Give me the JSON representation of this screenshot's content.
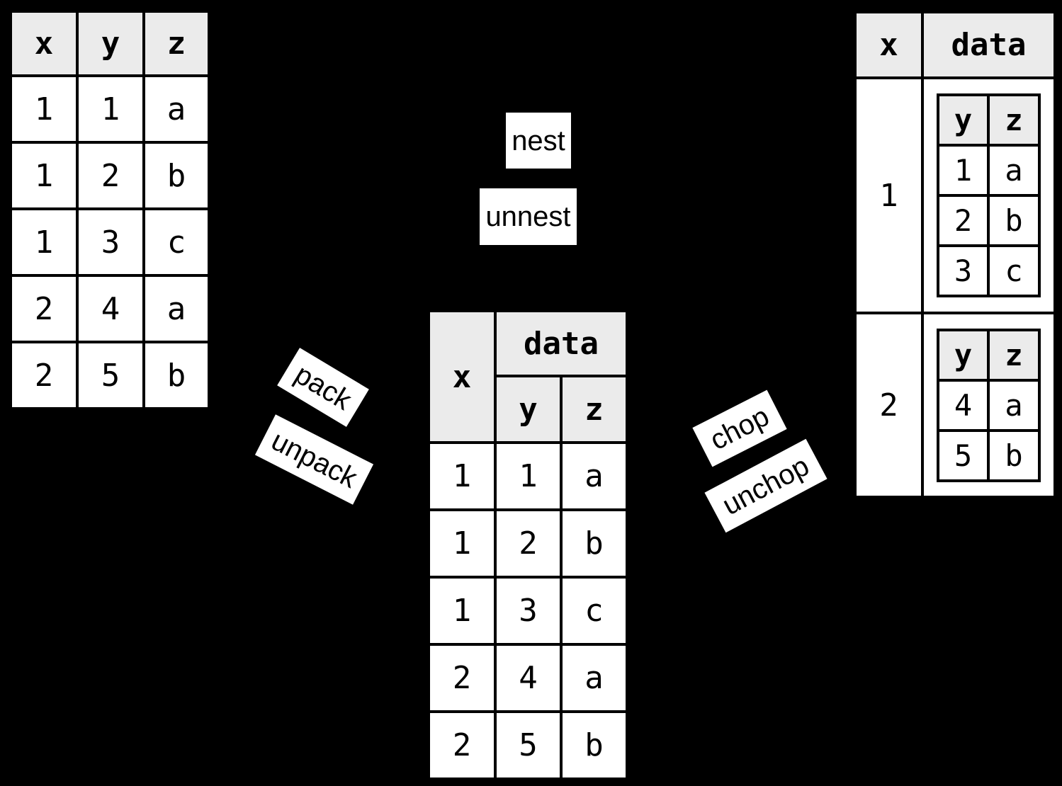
{
  "colors": {
    "background": "#000000",
    "header_bg": "#ebebeb",
    "cell_bg": "#ffffff",
    "border": "#000000",
    "label_bg": "#ffffff",
    "text": "#000000"
  },
  "labels": {
    "nest": "nest",
    "unnest": "unnest",
    "pack": "pack",
    "unpack": "unpack",
    "chop": "chop",
    "unchop": "unchop"
  },
  "flat_table": {
    "headers": [
      "x",
      "y",
      "z"
    ],
    "rows": [
      [
        "1",
        "1",
        "a"
      ],
      [
        "1",
        "2",
        "b"
      ],
      [
        "1",
        "3",
        "c"
      ],
      [
        "2",
        "4",
        "a"
      ],
      [
        "2",
        "5",
        "b"
      ]
    ]
  },
  "packed_table": {
    "x_header": "x",
    "data_header": "data",
    "sub_headers": [
      "y",
      "z"
    ],
    "rows": [
      [
        "1",
        "1",
        "a"
      ],
      [
        "1",
        "2",
        "b"
      ],
      [
        "1",
        "3",
        "c"
      ],
      [
        "2",
        "4",
        "a"
      ],
      [
        "2",
        "5",
        "b"
      ]
    ]
  },
  "nested_table": {
    "x_header": "x",
    "data_header": "data",
    "groups": [
      {
        "x": "1",
        "sub_headers": [
          "y",
          "z"
        ],
        "rows": [
          [
            "1",
            "a"
          ],
          [
            "2",
            "b"
          ],
          [
            "3",
            "c"
          ]
        ]
      },
      {
        "x": "2",
        "sub_headers": [
          "y",
          "z"
        ],
        "rows": [
          [
            "4",
            "a"
          ],
          [
            "5",
            "b"
          ]
        ]
      }
    ]
  }
}
